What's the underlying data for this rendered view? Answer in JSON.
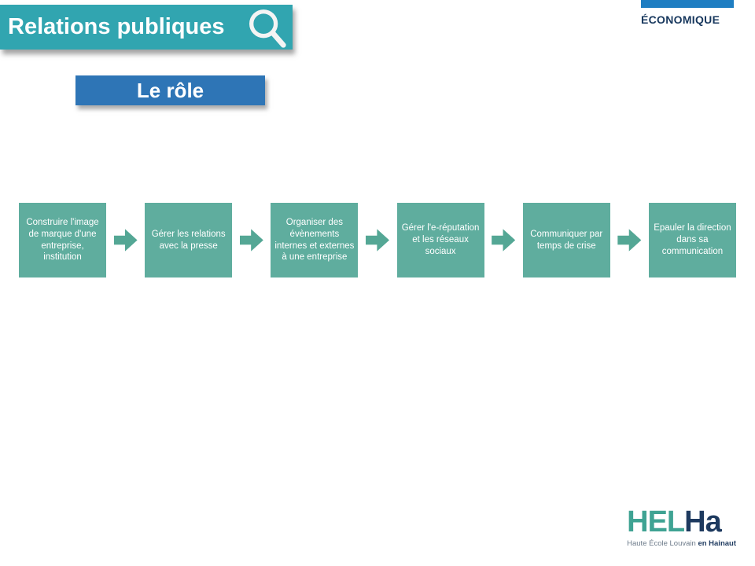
{
  "header": {
    "title": "Relations publiques",
    "banner_color": "#31A5B0",
    "search_icon": "magnifier-icon"
  },
  "top_right": {
    "label": "ÉCONOMIQUE",
    "bar_color": "#1F7EC2",
    "text_color": "#17375D"
  },
  "section": {
    "title": "Le rôle",
    "bg_color": "#2E75B6"
  },
  "process": {
    "box_color": "#5FAD9E",
    "arrow_color": "#54A795",
    "steps": [
      {
        "label": "Construire l'image de marque d'une entreprise, institution"
      },
      {
        "label": "Gérer les relations avec la presse"
      },
      {
        "label": "Organiser des évènements internes et externes à une entreprise"
      },
      {
        "label": "Gérer l'e-réputation et les réseaux sociaux"
      },
      {
        "label": "Communiquer par temps de crise"
      },
      {
        "label": "Epauler la direction dans sa communication"
      }
    ]
  },
  "footer": {
    "logo_hel": "HEL",
    "logo_ha": "Ha",
    "logo_green": "#3FA393",
    "logo_navy": "#1E3A5F",
    "tagline_light": "Haute École Louvain",
    "tagline_bold": "en Hainaut"
  }
}
